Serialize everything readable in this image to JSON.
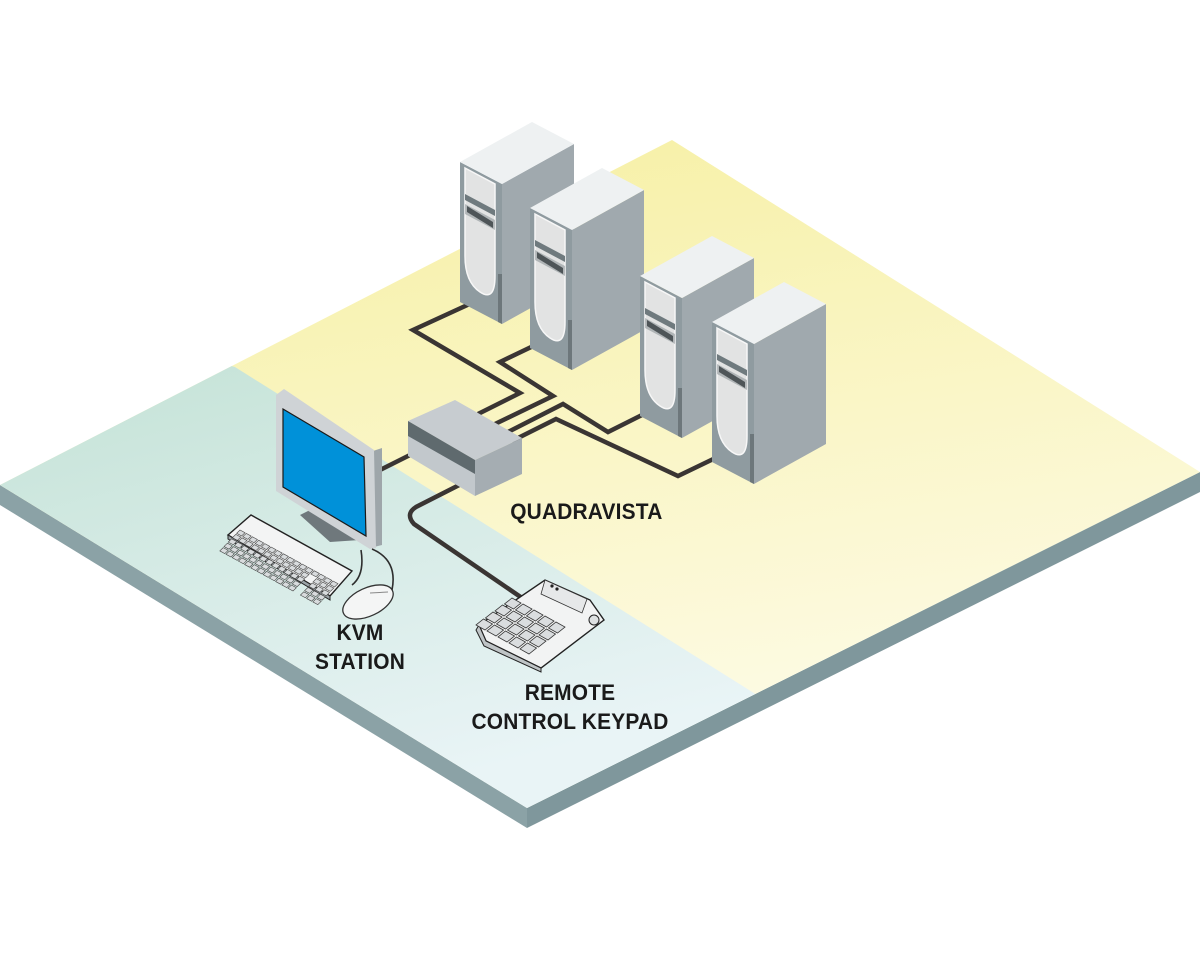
{
  "diagram": {
    "title": "",
    "type": "isometric network topology",
    "colors": {
      "floor_yellow": "#f7f1b4",
      "floor_green": "#c6e3d9",
      "floor_edge": "#88a0a4",
      "server_front": "#8f9ba0",
      "server_side": "#a0a9ae",
      "server_top": "#eef1f2",
      "cable": "#3a3533",
      "monitor_screen": "#0091d9"
    },
    "nodes": [
      {
        "id": "server-1",
        "kind": "server-tower",
        "icon": "server-icon"
      },
      {
        "id": "server-2",
        "kind": "server-tower",
        "icon": "server-icon"
      },
      {
        "id": "server-3",
        "kind": "server-tower",
        "icon": "server-icon"
      },
      {
        "id": "server-4",
        "kind": "server-tower",
        "icon": "server-icon"
      },
      {
        "id": "quadravista",
        "kind": "kvm-switch",
        "icon": "switch-icon",
        "label": "QUADRAVISTA"
      },
      {
        "id": "kvm-station",
        "kind": "workstation",
        "icon": "monitor-icon",
        "label_lines": [
          "KVM",
          "STATION"
        ]
      },
      {
        "id": "remote-keypad",
        "kind": "keypad",
        "icon": "keypad-icon",
        "label_lines": [
          "REMOTE",
          "CONTROL KEYPAD"
        ]
      }
    ],
    "edges": [
      {
        "from": "server-1",
        "to": "quadravista"
      },
      {
        "from": "server-2",
        "to": "quadravista"
      },
      {
        "from": "server-3",
        "to": "quadravista"
      },
      {
        "from": "server-4",
        "to": "quadravista"
      },
      {
        "from": "kvm-station",
        "to": "quadravista"
      },
      {
        "from": "remote-keypad",
        "to": "quadravista"
      }
    ]
  },
  "labels": {
    "quadravista": "QUADRAVISTA",
    "kvm_line1": "KVM",
    "kvm_line2": "STATION",
    "keypad_line1": "REMOTE",
    "keypad_line2": "CONTROL KEYPAD"
  }
}
